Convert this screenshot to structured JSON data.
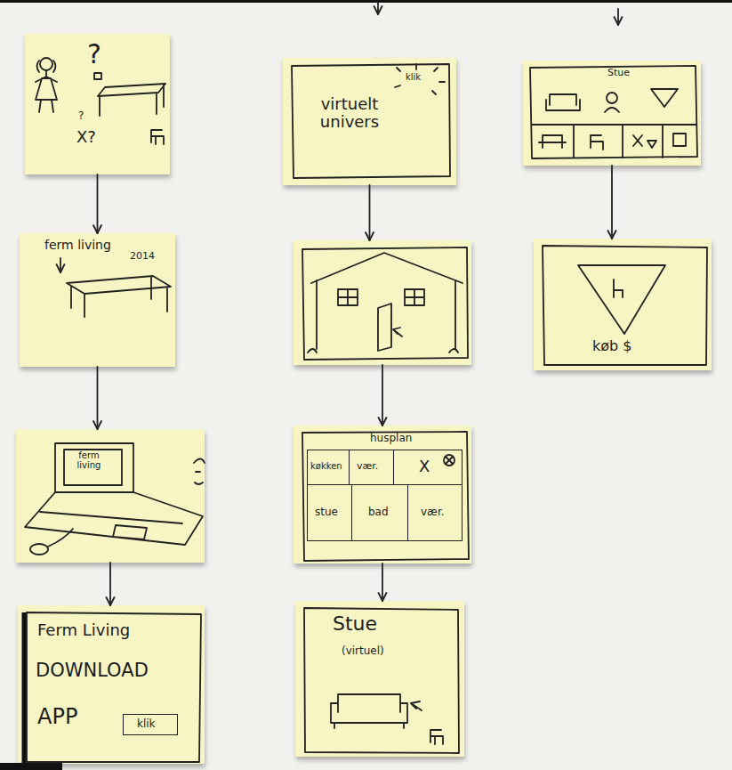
{
  "diagram": {
    "nodes": [
      {
        "text": [
          "?",
          "?",
          "X?"
        ]
      },
      {
        "text": [
          "ferm living",
          "2014"
        ]
      },
      {
        "text": [
          "ferm living"
        ]
      },
      {
        "text": [
          "Ferm Living",
          "DOWNLOAD",
          "APP"
        ]
      },
      {
        "text": [
          "klik"
        ],
        "in": 3
      },
      {
        "text": [
          "klik",
          "virtuelt univers"
        ]
      },
      {
        "text": []
      },
      {
        "text": [
          "husplan"
        ]
      },
      {
        "text": [
          "køkken"
        ],
        "in": 7
      },
      {
        "text": [
          "vær."
        ],
        "in": 7
      },
      {
        "text": [
          "X"
        ],
        "in": 7
      },
      {
        "text": [
          "stue"
        ],
        "in": 7
      },
      {
        "text": [
          "bad"
        ],
        "in": 7
      },
      {
        "text": [
          "vær."
        ],
        "in": 7
      },
      {
        "text": [
          "Stue",
          "(virtuel)"
        ]
      },
      {
        "text": [
          "Stue"
        ]
      },
      {
        "text": [
          "køb $"
        ]
      }
    ],
    "edges": [
      {
        "from": 0,
        "to": 1,
        "arrow": "to"
      },
      {
        "from": 1,
        "to": 2,
        "arrow": "to"
      },
      {
        "from": 2,
        "to": 3,
        "arrow": "to"
      },
      {
        "from": 5,
        "to": 6,
        "arrow": "to"
      },
      {
        "from": 6,
        "to": 7,
        "arrow": "to"
      },
      {
        "from": 7,
        "to": 14,
        "arrow": "to"
      },
      {
        "from": 15,
        "to": 16,
        "arrow": "to"
      }
    ]
  }
}
